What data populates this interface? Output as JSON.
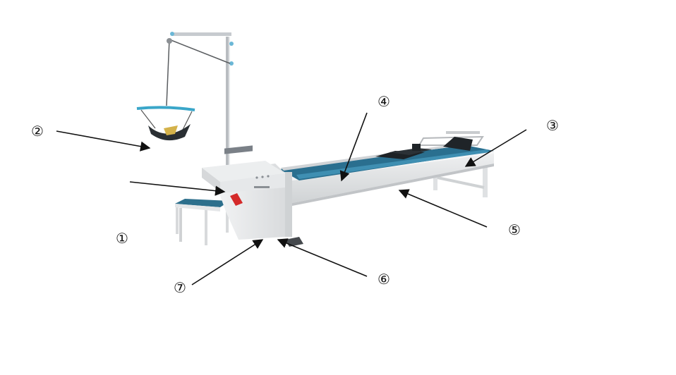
{
  "callouts": [
    {
      "id": "1",
      "label": "①"
    },
    {
      "id": "2",
      "label": "②"
    },
    {
      "id": "3",
      "label": "③"
    },
    {
      "id": "4",
      "label": "④"
    },
    {
      "id": "5",
      "label": "⑤"
    },
    {
      "id": "6",
      "label": "⑥"
    },
    {
      "id": "7",
      "label": "⑦"
    }
  ],
  "colors": {
    "frame": "#e8e9ea",
    "frame_shadow": "#c9cbcd",
    "bed_blue": "#2a6f8f",
    "sling_blue": "#3aa6c9",
    "pole": "#b8bcc0",
    "arrow": "#111111",
    "badge_red": "#d42a2a"
  },
  "icons": [
    "traction-table-illustration",
    "arrow-pointer"
  ]
}
